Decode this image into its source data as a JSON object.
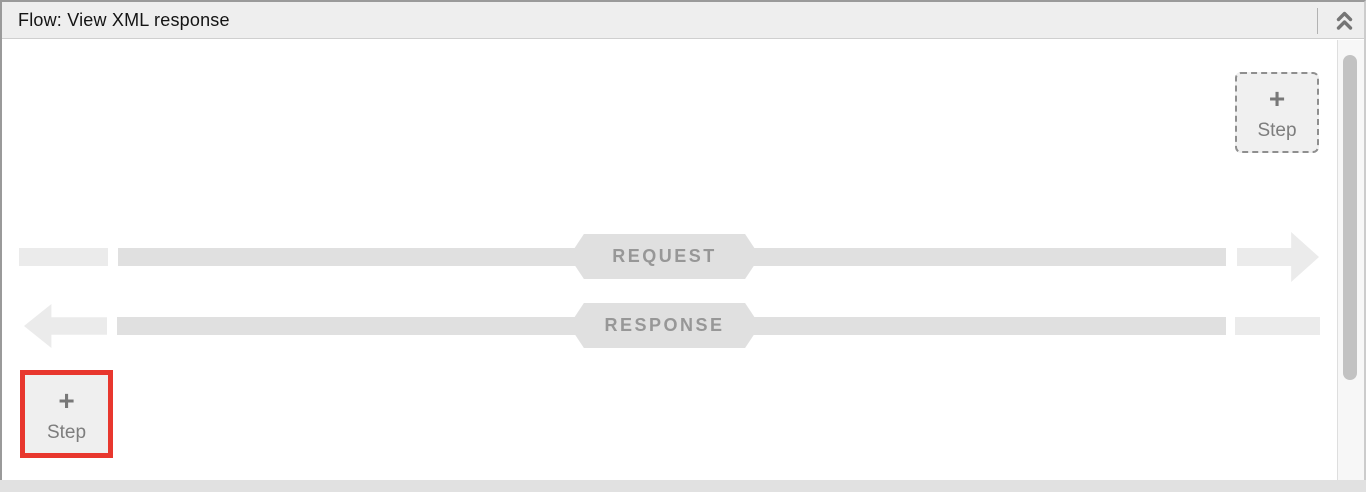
{
  "header": {
    "title": "Flow: View XML response",
    "collapse_icon": "double-chevron-up"
  },
  "flow": {
    "request_label": "REQUEST",
    "response_label": "RESPONSE",
    "request_direction": "right",
    "response_direction": "left"
  },
  "buttons": {
    "add_step_top": {
      "icon": "+",
      "label": "Step"
    },
    "add_step_bottom": {
      "icon": "+",
      "label": "Step",
      "highlighted": true
    }
  },
  "colors": {
    "header_bg": "#eeeeee",
    "bar_main": "#e0e0e0",
    "bar_light": "#ebebeb",
    "banner_text": "#979797",
    "button_text": "#7d7d7d",
    "highlight_red": "#e8372e",
    "scrollbar_thumb": "#c2c2c2"
  }
}
